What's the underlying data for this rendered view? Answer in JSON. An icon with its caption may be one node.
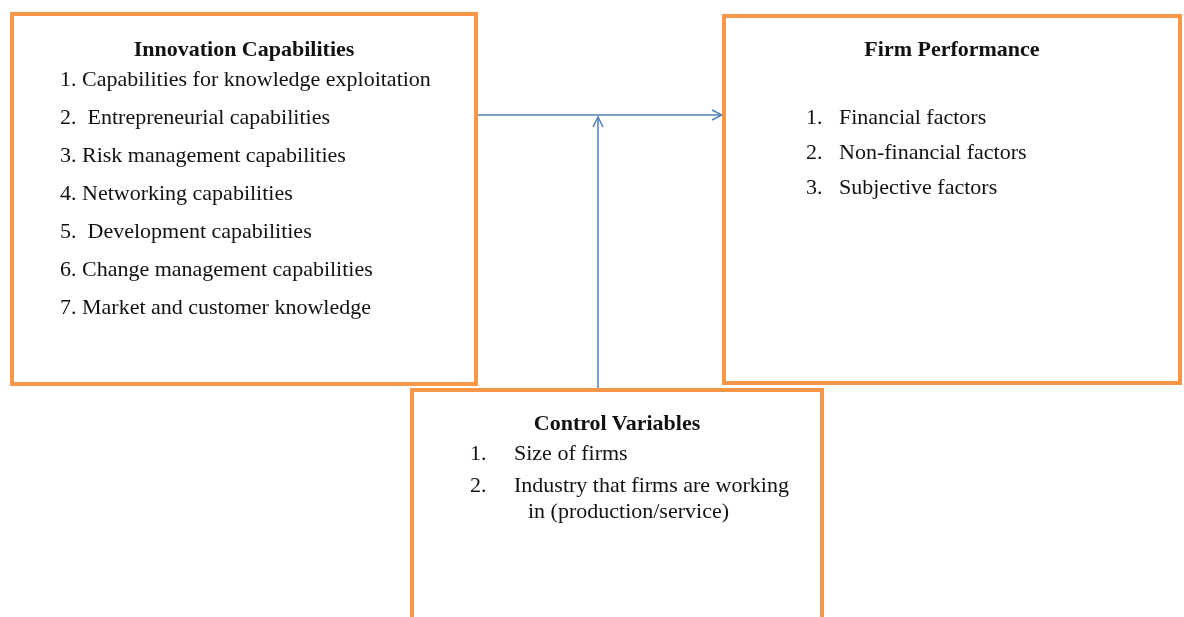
{
  "diagram": {
    "nodes": [
      {
        "text": [
          "Innovation Capabilities",
          "1. Capabilities for knowledge exploitation",
          "2.  Entrepreneurial capabilities",
          "3. Risk management capabilities",
          "4. Networking capabilities",
          "5.  Development capabilities",
          "6. Change management capabilities",
          "7. Market and customer knowledge"
        ]
      },
      {
        "text": [
          "Firm Performance",
          "1.   Financial factors",
          "2.   Non-financial factors",
          "3.   Subjective factors"
        ]
      },
      {
        "text": [
          "Control Variables",
          "1.     Size of firms",
          "2.     Industry that firms are working in (production/service)"
        ]
      }
    ],
    "edges": [
      {
        "from": 0,
        "to": 1,
        "arrow": "to"
      },
      {
        "from": 2,
        "to": null,
        "arrow": "to"
      }
    ]
  }
}
